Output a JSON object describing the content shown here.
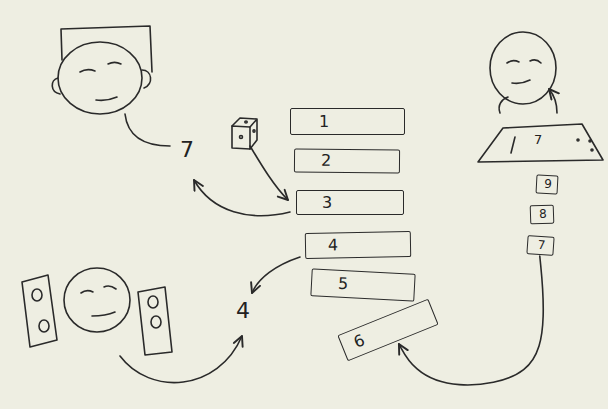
{
  "diagram": {
    "nodes": [
      {
        "text": [
          "1"
        ]
      },
      {
        "text": [
          "2"
        ]
      },
      {
        "text": [
          "3"
        ]
      },
      {
        "text": [
          "4"
        ]
      },
      {
        "text": [
          "5"
        ]
      },
      {
        "text": [
          "6"
        ]
      },
      {
        "text": [
          "9"
        ]
      },
      {
        "text": [
          "8"
        ]
      },
      {
        "text": [
          "7"
        ]
      }
    ],
    "edges": [
      {
        "from": 8,
        "to": 5,
        "arrow": "to"
      }
    ],
    "labels": [
      "7",
      "7",
      "4"
    ]
  }
}
